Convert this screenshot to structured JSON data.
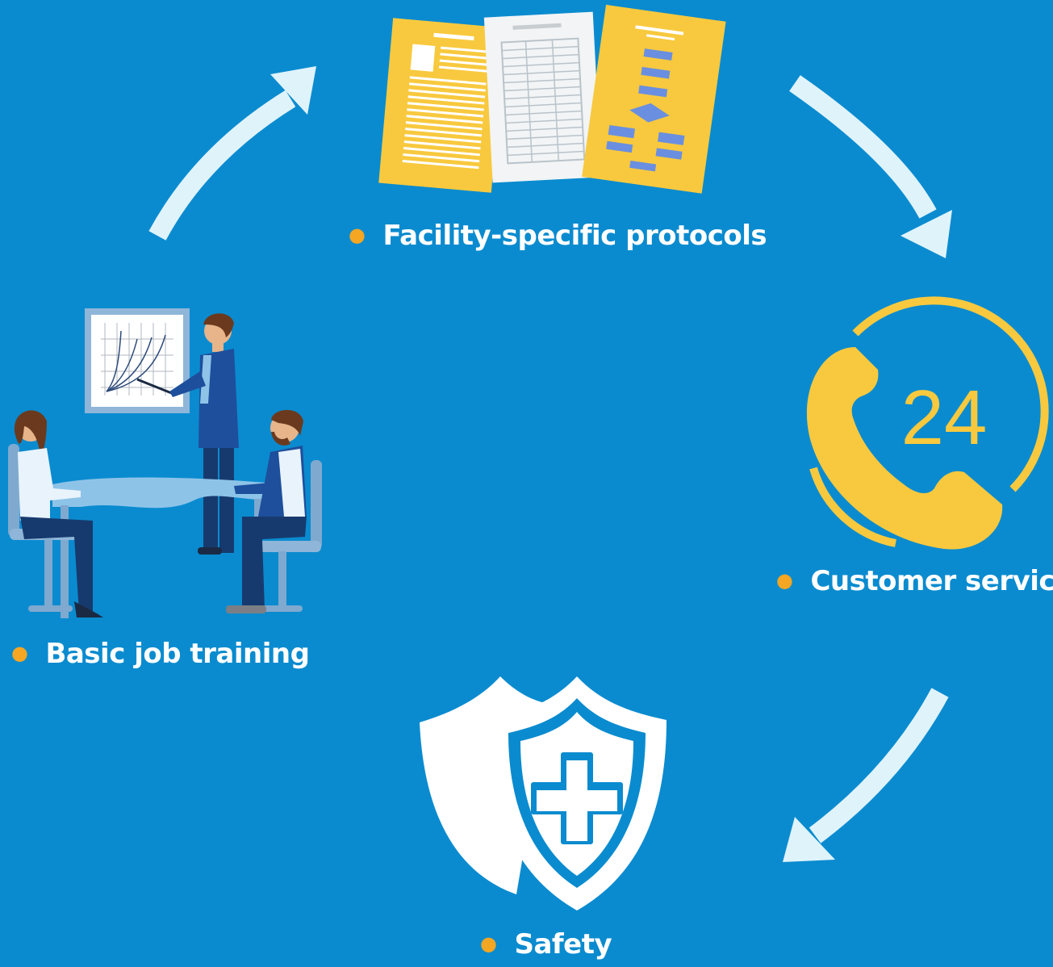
{
  "diagram": {
    "steps": [
      {
        "label": "Facility-specific protocols"
      },
      {
        "label": "Customer service"
      },
      {
        "label": "Safety"
      },
      {
        "label": "Basic job training"
      }
    ],
    "phone_badge": "24",
    "colors": {
      "background": "#0a8bcf",
      "arrow": "#dff3fb",
      "bullet": "#f5a623",
      "document": "#f8c93e",
      "phone": "#f8c93e",
      "shield": "#ffffff"
    },
    "icons": [
      "documents-icon",
      "phone-24-icon",
      "shield-plus-icon",
      "training-meeting-icon"
    ]
  }
}
